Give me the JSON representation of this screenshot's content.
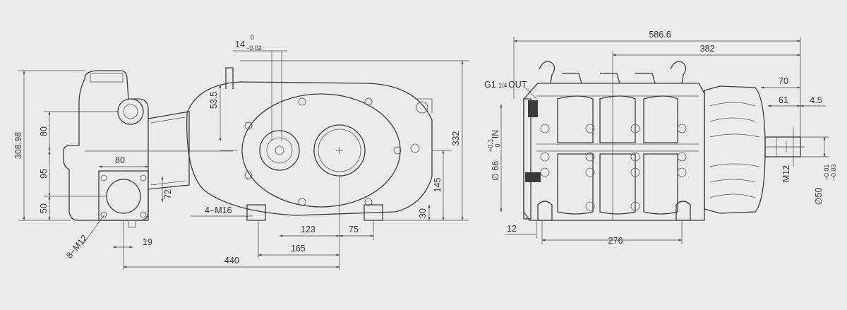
{
  "colors": {
    "background": "#ebebeb",
    "line": "#3a3a3a",
    "text": "#333333"
  },
  "side_view": {
    "dims": {
      "d_14_main": "14",
      "d_14_upper": "0",
      "d_14_lower": "−0.02",
      "d_53_5": "53.5",
      "d_80_vertical": "80",
      "d_308_98": "308.98",
      "d_95": "95",
      "d_50": "50",
      "d_80_horizontal": "80",
      "d_72": "72",
      "d_332": "332",
      "d_145": "145",
      "d_30": "30",
      "d_4_m16": "4−M16",
      "d_8_m12": "8−M12",
      "d_19": "19",
      "d_123": "123",
      "d_75": "75",
      "d_165": "165",
      "d_440": "440"
    }
  },
  "front_view": {
    "dims": {
      "d_586_6": "586.6",
      "d_382": "382",
      "d_70": "70",
      "d_61": "61",
      "d_4_5": "4.5",
      "d_276": "276",
      "d_12": "12",
      "d_m12": "M12"
    },
    "labels": {
      "outlet": "G1",
      "outlet_sub": "1/4",
      "outlet_word": "OUT",
      "inlet_prefix": "∅ 66",
      "inlet_upper": "+0.1",
      "inlet_lower": "0",
      "inlet_word": "IN",
      "shaft_prefix": "∅50",
      "shaft_upper": "−0.01",
      "shaft_lower": "−0.03"
    }
  }
}
